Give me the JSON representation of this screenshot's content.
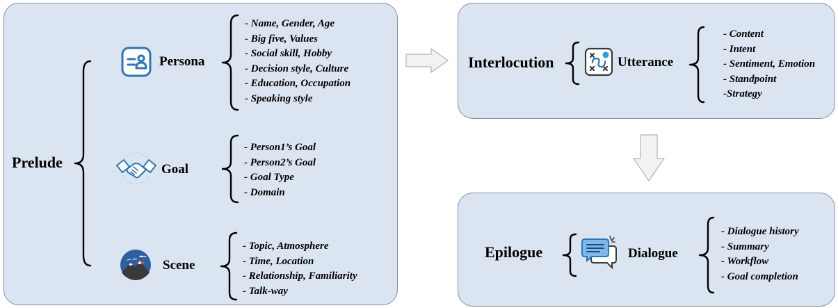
{
  "prelude": {
    "title": "Prelude",
    "persona": {
      "label": "Persona",
      "items": [
        "- Name, Gender, Age",
        "- Big five, Values",
        "- Social skill,  Hobby",
        "- Decision style, Culture",
        "- Education, Occupation",
        "- Speaking style"
      ]
    },
    "goal": {
      "label": "Goal",
      "items": [
        "- Person1’s Goal",
        "- Person2’s Goal",
        "- Goal Type",
        "- Domain"
      ]
    },
    "scene": {
      "label": "Scene",
      "items": [
        "- Topic, Atmosphere",
        "- Time, Location",
        "- Relationship, Familiarity",
        "- Talk-way"
      ]
    }
  },
  "interlocution": {
    "title": "Interlocution",
    "utterance": {
      "label": "Utterance",
      "items": [
        "- Content",
        "- Intent",
        "- Sentiment, Emotion",
        "- Standpoint",
        "-Strategy"
      ]
    }
  },
  "epilogue": {
    "title": "Epilogue",
    "dialogue": {
      "label": "Dialogue",
      "items": [
        "- Dialogue history",
        "- Summary",
        "- Workflow",
        "- Goal completion"
      ]
    }
  },
  "colors": {
    "panel_fill": "#dbe5f1",
    "panel_border": "#7f8fa6",
    "icon_blue": "#2e75b6",
    "arrow_fill": "#f2f2f2",
    "arrow_border": "#bfbfbf"
  },
  "icons": {
    "persona": "persona-card-icon",
    "goal": "handshake-icon",
    "scene": "mountain-scene-icon",
    "utterance": "path-map-icon",
    "dialogue": "chat-bubbles-icon"
  }
}
